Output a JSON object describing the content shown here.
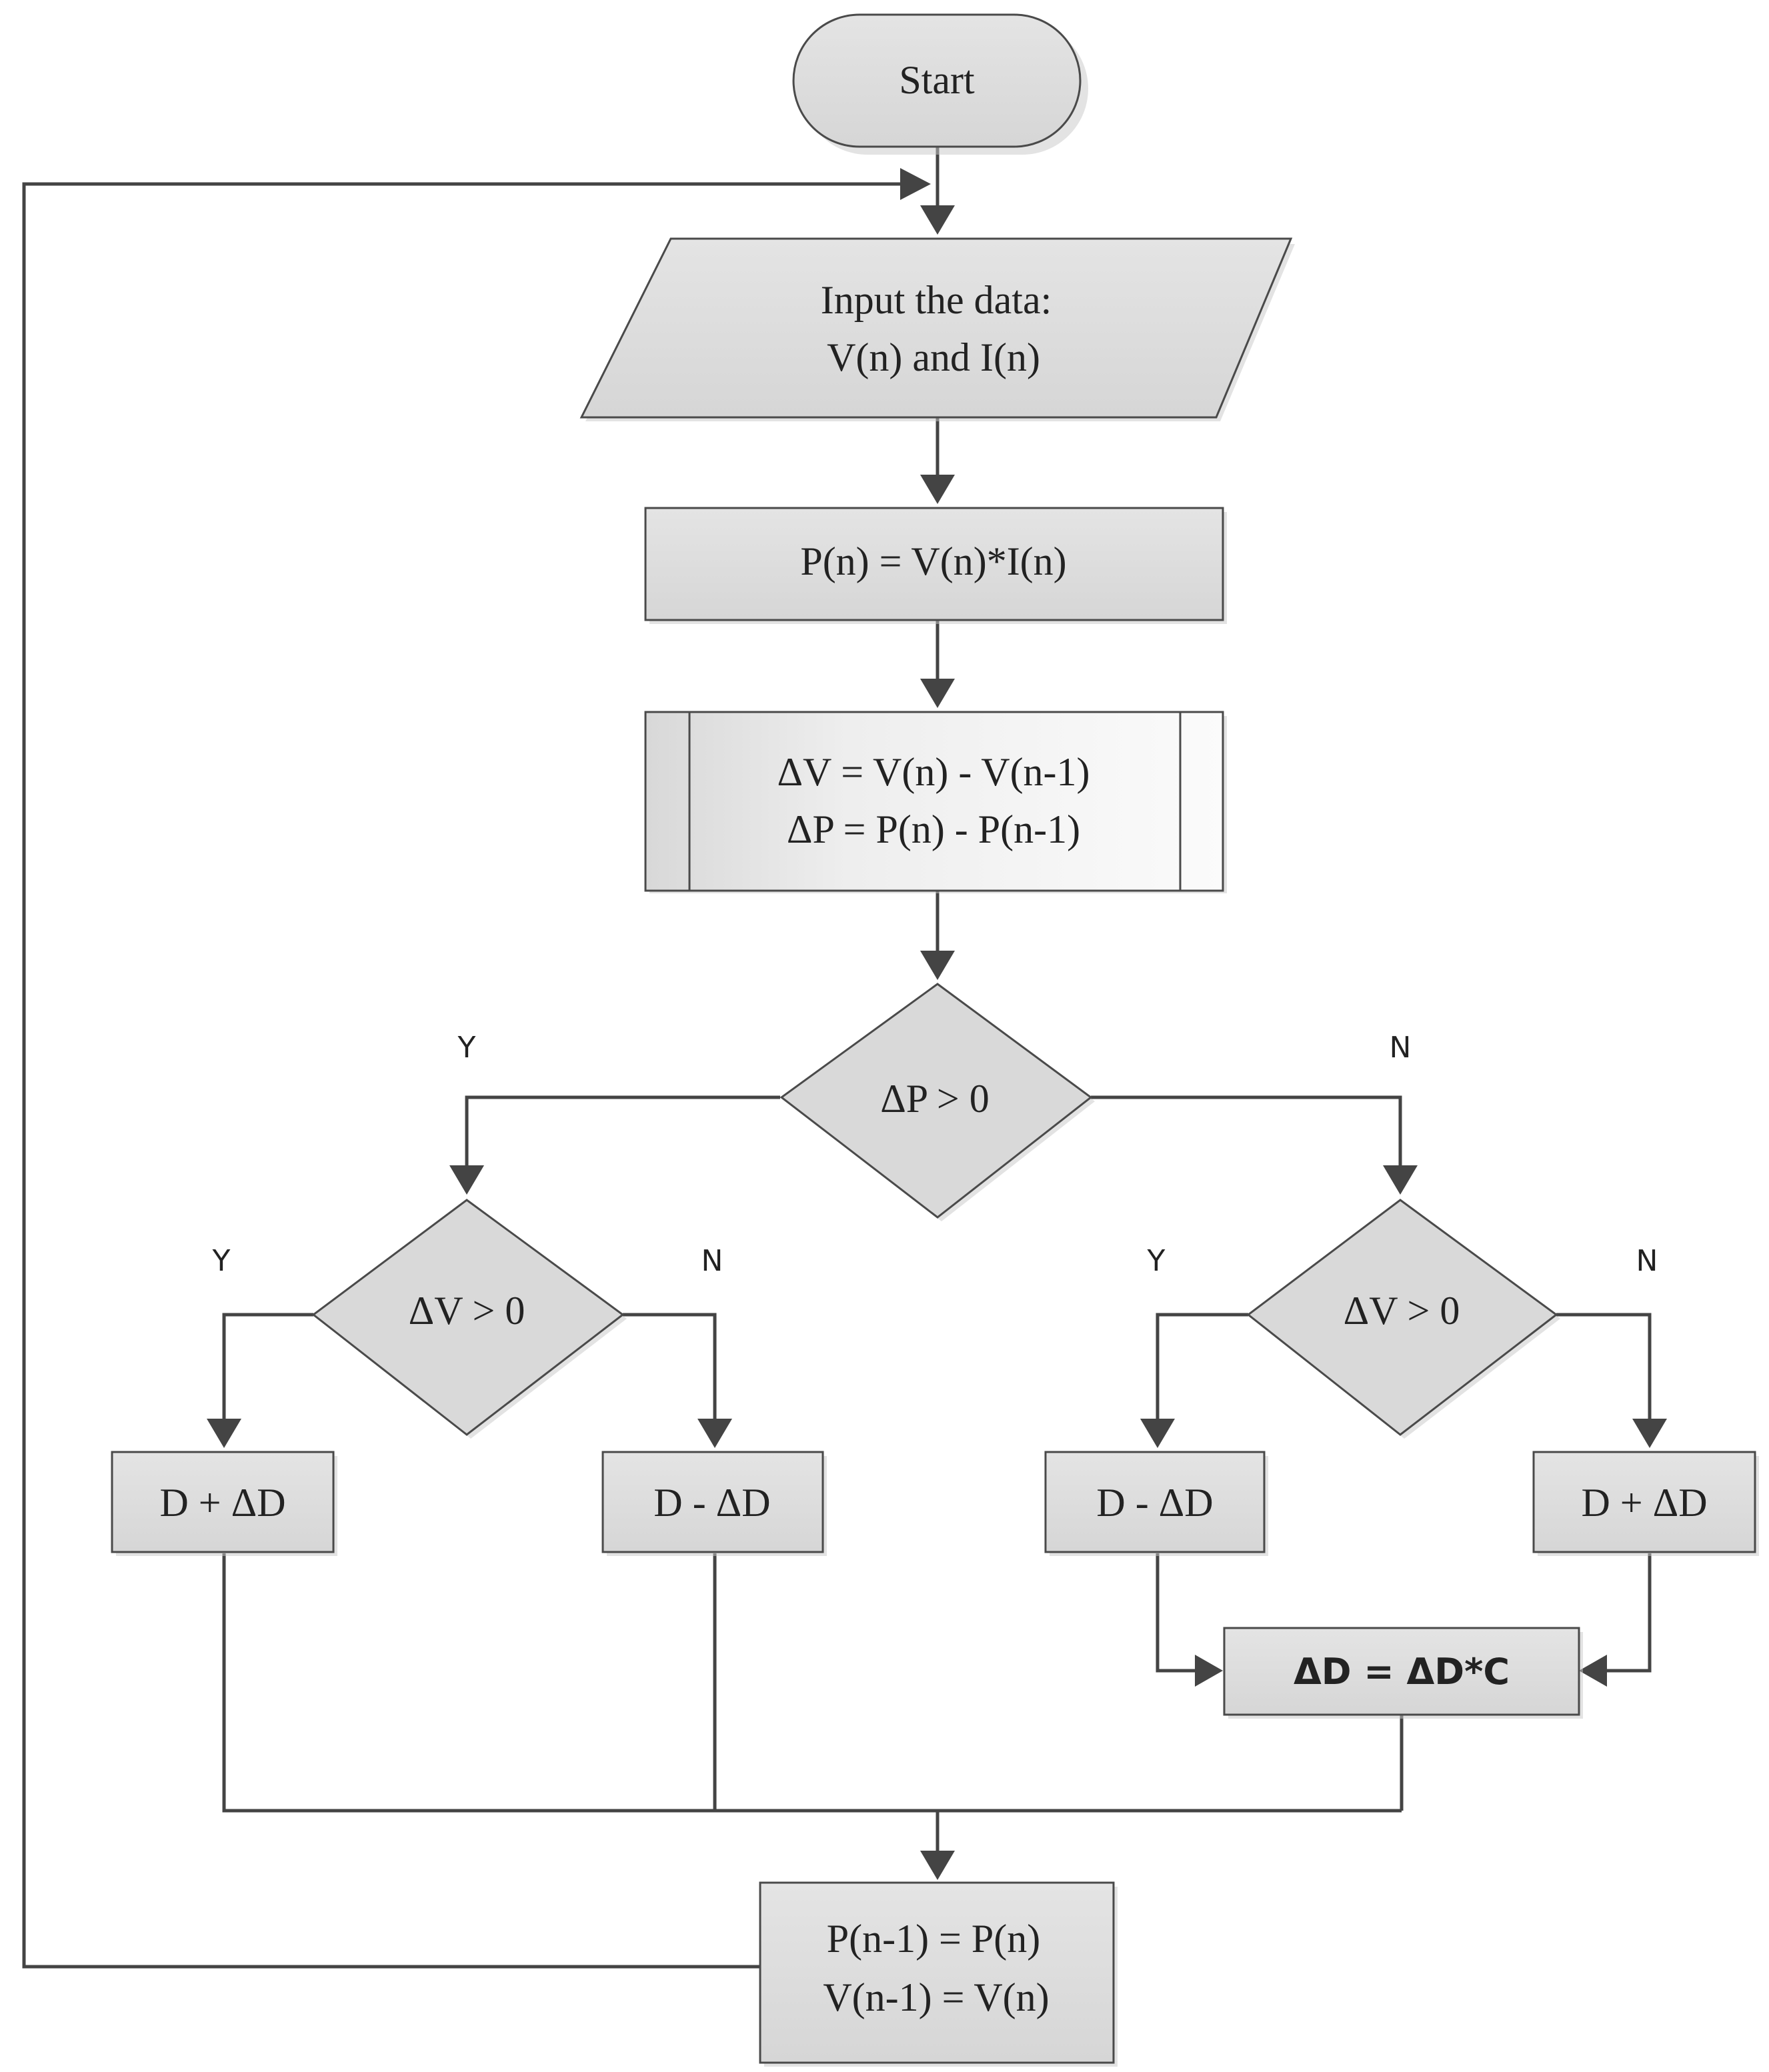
{
  "flowchart": {
    "start": "Start",
    "input": {
      "line1": "Input the data:",
      "line2": "V(n) and I(n)"
    },
    "power": "P(n) = V(n)*I(n)",
    "deltas": {
      "line1": "ΔV = V(n) - V(n-1)",
      "line2": "ΔP = P(n) - P(n-1)"
    },
    "decision_dp": "ΔP > 0",
    "decision_dv_left": "ΔV > 0",
    "decision_dv_right": "ΔV > 0",
    "actions": {
      "left_yes": "D + ΔD",
      "left_no": "D - ΔD",
      "right_yes": "D - ΔD",
      "right_no": "D + ΔD"
    },
    "scale_step": "ΔD = ΔD*C",
    "update": {
      "line1": "P(n-1) = P(n)",
      "line2": "V(n-1) = V(n)"
    },
    "branch_labels": {
      "dp_yes": "Y",
      "dp_no": "N",
      "left_yes": "Y",
      "left_no": "N",
      "right_yes": "Y",
      "right_no": "N"
    }
  }
}
